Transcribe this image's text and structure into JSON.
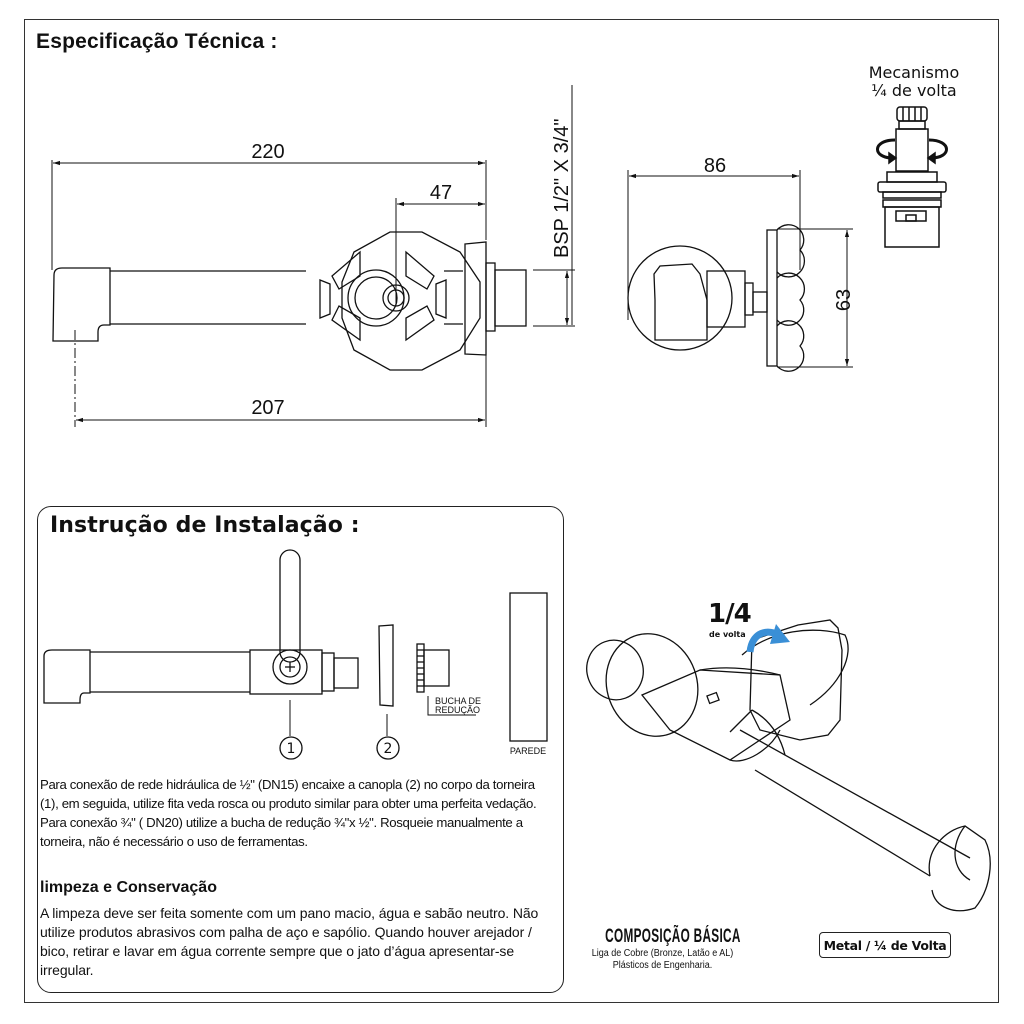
{
  "spec": {
    "title": "Especificação Técnica :",
    "dimensions": {
      "overall_length": "220",
      "valve_to_wall": "47",
      "spout_to_wall": "207",
      "thread": "BSP 1/2\" X 3/4\"",
      "side_depth": "86",
      "flange_height": "63"
    },
    "mechanism": {
      "line1": "Mecanismo",
      "line2": "¼ de volta"
    }
  },
  "install": {
    "title": "Instrução de Instalação :",
    "callouts": {
      "part1": "1",
      "part2": "2",
      "bushing_line1": "BUCHA DE",
      "bushing_line2": "REDUÇÃO",
      "wall": "PAREDE"
    },
    "paragraph": "Para conexão de rede hidráulica de ½\" (DN15) encaixe a canopla (2) no corpo da torneira (1), em seguida, utilize fita veda rosca ou produto similar para obter uma perfeita vedação. Para conexão ¾\" ( DN20) utilize a bucha de redução ¾\"x ½\".  Rosqueie manualmente a torneira, não é necessário o uso de ferramentas.",
    "cleaning_title": "limpeza e Conservação",
    "cleaning_text": "A limpeza deve ser feita somente com um pano macio, água e sabão neutro. Não utilize produtos abrasivos com palha de aço e sapólio. Quando houver arejador / bico, retirar e lavar em água corrente sempre que o jato d’água apresentar-se irregular."
  },
  "illustration": {
    "turn_fraction": "1/4",
    "turn_label": "de volta",
    "arrow_color": "#3a8fd6"
  },
  "composition": {
    "title": "COMPOSIÇÃO BÁSICA",
    "line1": "Liga de Cobre (Bronze, Latão e AL)",
    "line2": "Plásticos de Engenharia."
  },
  "badge": {
    "label": "Metal / ¼ de Volta"
  }
}
